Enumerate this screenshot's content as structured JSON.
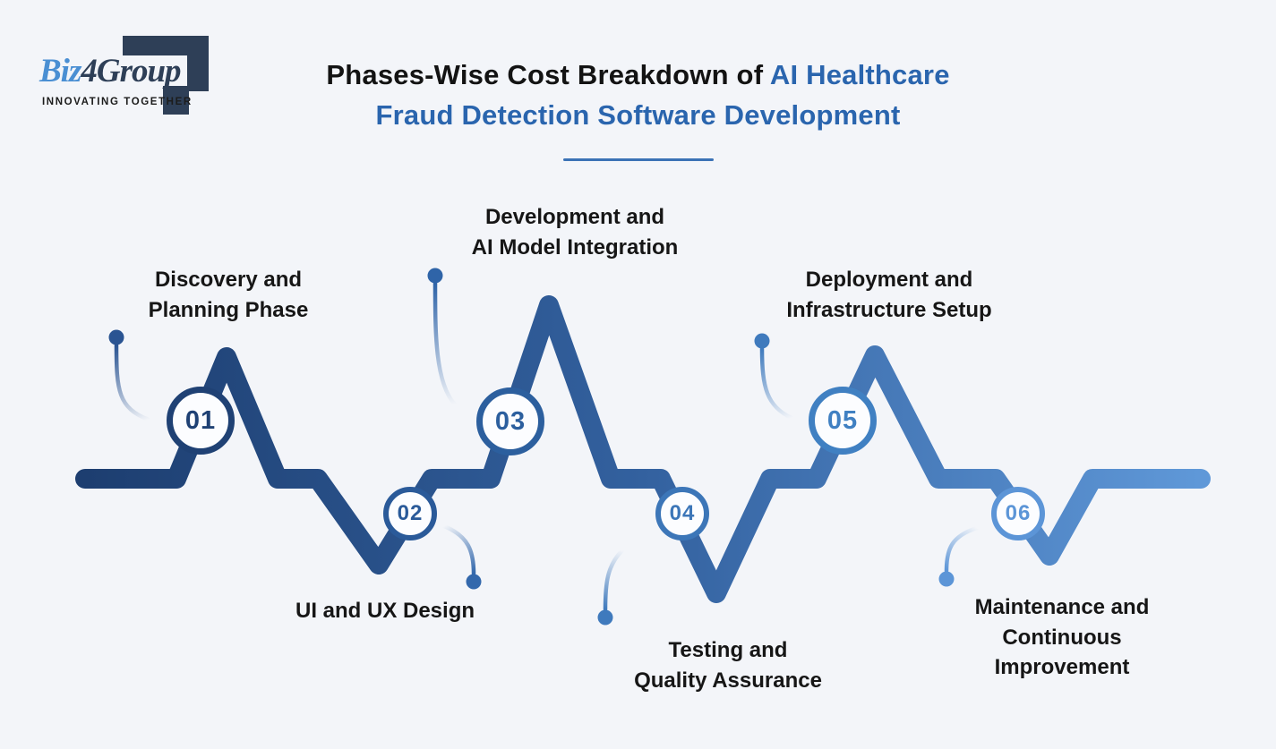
{
  "logo": {
    "biz": "Biz",
    "four": "4",
    "group": "Group",
    "tagline": "INNOVATING TOGETHER"
  },
  "title": {
    "line1": "Phases-Wise Cost Breakdown of ",
    "line1_accent": "AI Healthcare",
    "line2": "Fraud Detection Software Development"
  },
  "colors": {
    "background": "#f3f5f9",
    "title_text": "#131313",
    "title_accent": "#2a65ae",
    "underline": "#3b72b6",
    "wave_start": "#1d3e70",
    "wave_mid": "#33619f",
    "wave_end": "#5f98d8",
    "badge_fill": "#fcfdff",
    "label_text": "#161616",
    "logo_navy": "#2e3f57",
    "logo_blue": "#4a8fd3"
  },
  "phases": [
    {
      "number": "01",
      "label": "Discovery and\nPlanning Phase",
      "color": "#1f4174",
      "dot_color": "#2a5492"
    },
    {
      "number": "02",
      "label": "UI and UX Design",
      "color": "#2a5a99",
      "dot_color": "#3368ac"
    },
    {
      "number": "03",
      "label": "Development and\nAI Model Integration",
      "color": "#2c5f9e",
      "dot_color": "#2f64a8"
    },
    {
      "number": "04",
      "label": "Testing and\nQuality Assurance",
      "color": "#3c76b8",
      "dot_color": "#3f7abd"
    },
    {
      "number": "05",
      "label": "Deployment and\nInfrastructure Setup",
      "color": "#4080c2",
      "dot_color": "#3f7abd"
    },
    {
      "number": "06",
      "label": "Maintenance and\nContinuous Improvement",
      "color": "#5c95d7",
      "dot_color": "#5c95d7"
    }
  ]
}
